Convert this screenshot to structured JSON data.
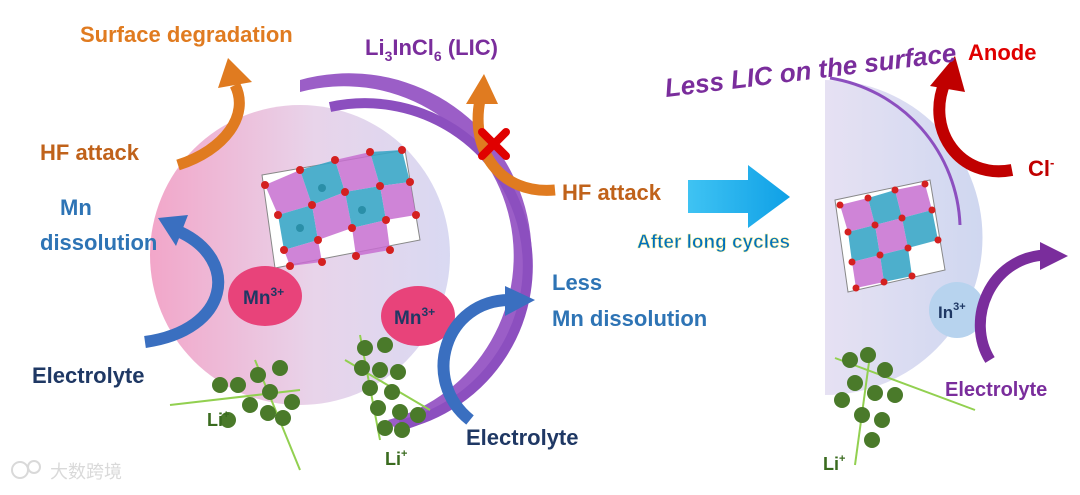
{
  "colors": {
    "orange": "#e07b20",
    "purple": "#7a2d9c",
    "blue": "#2e74b5",
    "navy": "#1f3864",
    "green": "#3a6b1f",
    "red": "#c00000",
    "ion_pink": "#e8437a",
    "ion_lightblue": "#b7d3ee",
    "arrow_cyan": "#17a9ef",
    "cycle_text": "#0070c0"
  },
  "labels": {
    "surface_degradation": "Surface degradation",
    "lic_main": "Li",
    "lic_sub1": "3",
    "lic_mid": "InCl",
    "lic_sub2": "6",
    "lic_tail": " (LIC)",
    "hf_attack_left": "HF attack",
    "mn_dissolution_line1": "Mn",
    "mn_dissolution_line2": "dissolution",
    "electrolyte_left": "Electrolyte",
    "hf_attack_right": "HF attack",
    "less_line1": "Less",
    "less_line2": "Mn dissolution",
    "electrolyte_mid": "Electrolyte",
    "after_long_cycles": "After long cycles",
    "less_lic": "Less LIC on the surface",
    "anode": "Anode",
    "cl_base": "Cl",
    "cl_sup": "-",
    "electrolyte_right": "Electrolyte",
    "mn_base": "Mn",
    "mn_sup": "3+",
    "in_base": "In",
    "in_sup": "3+",
    "li_base": "Li",
    "li_sup": "+",
    "watermark": "大数跨境"
  },
  "icons": {
    "blocked": "x-mark-icon"
  }
}
